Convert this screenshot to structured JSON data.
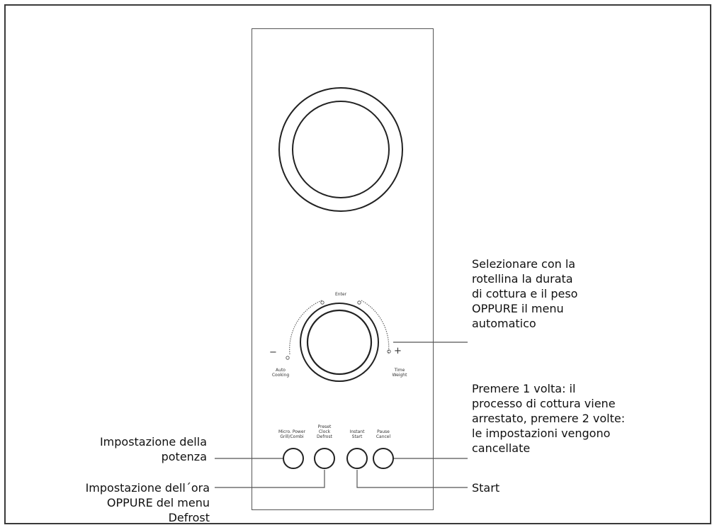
{
  "panel": {
    "enter_label": "Enter",
    "minus_symbol": "−",
    "plus_symbol": "+",
    "left_dial_label": [
      "Auto",
      "Cooking"
    ],
    "right_dial_label": [
      "Time",
      "Weight"
    ],
    "buttons": [
      {
        "label": [
          "Micro. Power",
          "Grill/Combi"
        ]
      },
      {
        "label": [
          "Preset",
          "Clock",
          "Defrost"
        ]
      },
      {
        "label": [
          "Instant",
          "Start"
        ]
      },
      {
        "label": [
          "Pause",
          "Cancel"
        ]
      }
    ]
  },
  "annotations": {
    "dial": [
      "Selezionare con la",
      "rotellina la durata",
      "di cottura e il peso",
      "OPPURE il menu",
      "automatico"
    ],
    "pause_cancel": [
      "Premere 1 volta: il",
      "processo di cottura viene",
      "arrestato, premere 2 volte:",
      "le impostazioni vengono",
      "cancellate"
    ],
    "power": [
      "Impostazione della",
      "potenza"
    ],
    "clock": [
      "Impostazione dell´ora",
      "OPPURE del menu",
      "Defrost"
    ],
    "start": [
      "Start"
    ]
  }
}
